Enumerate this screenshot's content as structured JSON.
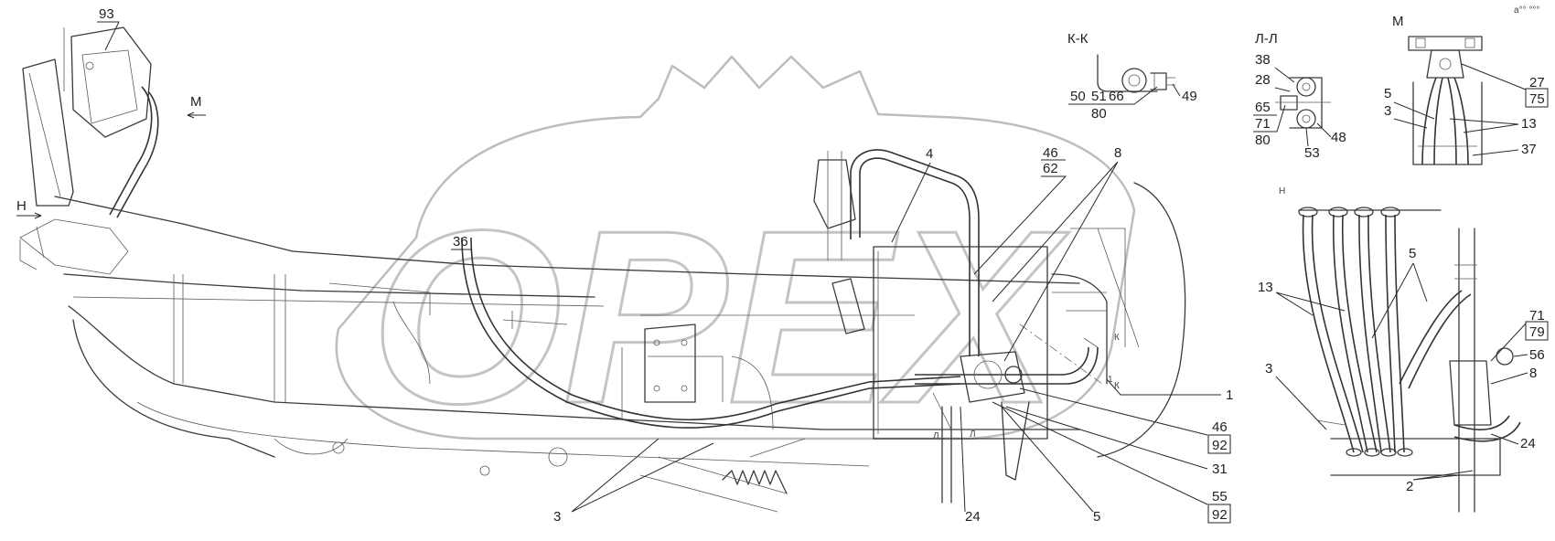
{
  "corner_note": "a°° °°°",
  "watermark": {
    "text": "OPEX"
  },
  "section_titles": {
    "kk": "К-К",
    "ll": "Л-Л",
    "m": "М",
    "n": "Н"
  },
  "view_arrows": {
    "m": "М",
    "n": "Н"
  },
  "callouts": [
    {
      "id": "93",
      "text": "93"
    },
    {
      "id": "36",
      "text": "36"
    },
    {
      "id": "4",
      "text": "4"
    },
    {
      "id": "46a",
      "text": "46"
    },
    {
      "id": "62",
      "text": "62"
    },
    {
      "id": "8a",
      "text": "8"
    },
    {
      "id": "1",
      "text": "1"
    },
    {
      "id": "46b",
      "text": "46"
    },
    {
      "id": "92a",
      "text": "92"
    },
    {
      "id": "31",
      "text": "31"
    },
    {
      "id": "55",
      "text": "55"
    },
    {
      "id": "92b",
      "text": "92"
    },
    {
      "id": "24a",
      "text": "24"
    },
    {
      "id": "5a",
      "text": "5"
    },
    {
      "id": "3a",
      "text": "3"
    },
    {
      "id": "50",
      "text": "50"
    },
    {
      "id": "51",
      "text": "51"
    },
    {
      "id": "66",
      "text": "66"
    },
    {
      "id": "80a",
      "text": "80"
    },
    {
      "id": "49",
      "text": "49"
    },
    {
      "id": "38",
      "text": "38"
    },
    {
      "id": "28",
      "text": "28"
    },
    {
      "id": "65",
      "text": "65"
    },
    {
      "id": "71a",
      "text": "71"
    },
    {
      "id": "80b",
      "text": "80"
    },
    {
      "id": "48",
      "text": "48"
    },
    {
      "id": "53",
      "text": "53"
    },
    {
      "id": "5b",
      "text": "5"
    },
    {
      "id": "3b",
      "text": "3"
    },
    {
      "id": "27",
      "text": "27"
    },
    {
      "id": "75",
      "text": "75"
    },
    {
      "id": "13a",
      "text": "13"
    },
    {
      "id": "37",
      "text": "37"
    },
    {
      "id": "13b",
      "text": "13"
    },
    {
      "id": "5c",
      "text": "5"
    },
    {
      "id": "71b",
      "text": "71"
    },
    {
      "id": "79",
      "text": "79"
    },
    {
      "id": "56",
      "text": "56"
    },
    {
      "id": "8b",
      "text": "8"
    },
    {
      "id": "3c",
      "text": "3"
    },
    {
      "id": "24b",
      "text": "24"
    },
    {
      "id": "2",
      "text": "2"
    }
  ],
  "small_marks": {
    "k_top": "К",
    "k_bottom": "К",
    "l_mark": "Л",
    "l_mark2": "Л",
    "one": "1"
  }
}
